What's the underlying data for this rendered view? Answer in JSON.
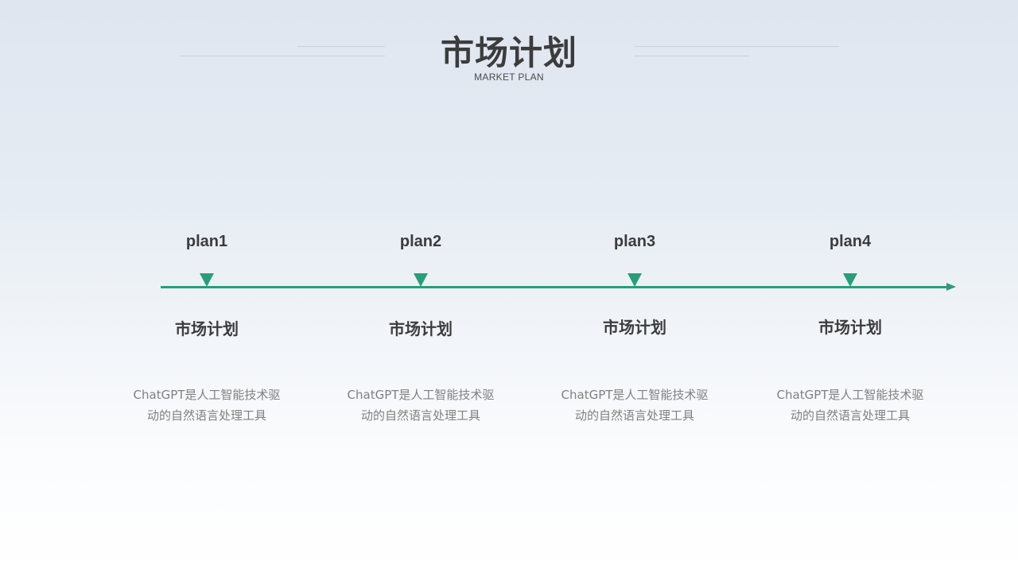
{
  "header": {
    "title": "市场计划",
    "subtitle": "MARKET PLAN"
  },
  "timeline": {
    "accent_color": "#2a9d78",
    "items": [
      {
        "plan_label": "plan1",
        "title": "市场计划",
        "description_line1": "ChatGPT是人工智能技术驱",
        "description_line2": "动的自然语言处理工具"
      },
      {
        "plan_label": "plan2",
        "title": "市场计划",
        "description_line1": "ChatGPT是人工智能技术驱",
        "description_line2": "动的自然语言处理工具"
      },
      {
        "plan_label": "plan3",
        "title": "市场计划",
        "description_line1": "ChatGPT是人工智能技术驱",
        "description_line2": "动的自然语言处理工具"
      },
      {
        "plan_label": "plan4",
        "title": "市场计划",
        "description_line1": "ChatGPT是人工智能技术驱",
        "description_line2": "动的自然语言处理工具"
      }
    ]
  }
}
